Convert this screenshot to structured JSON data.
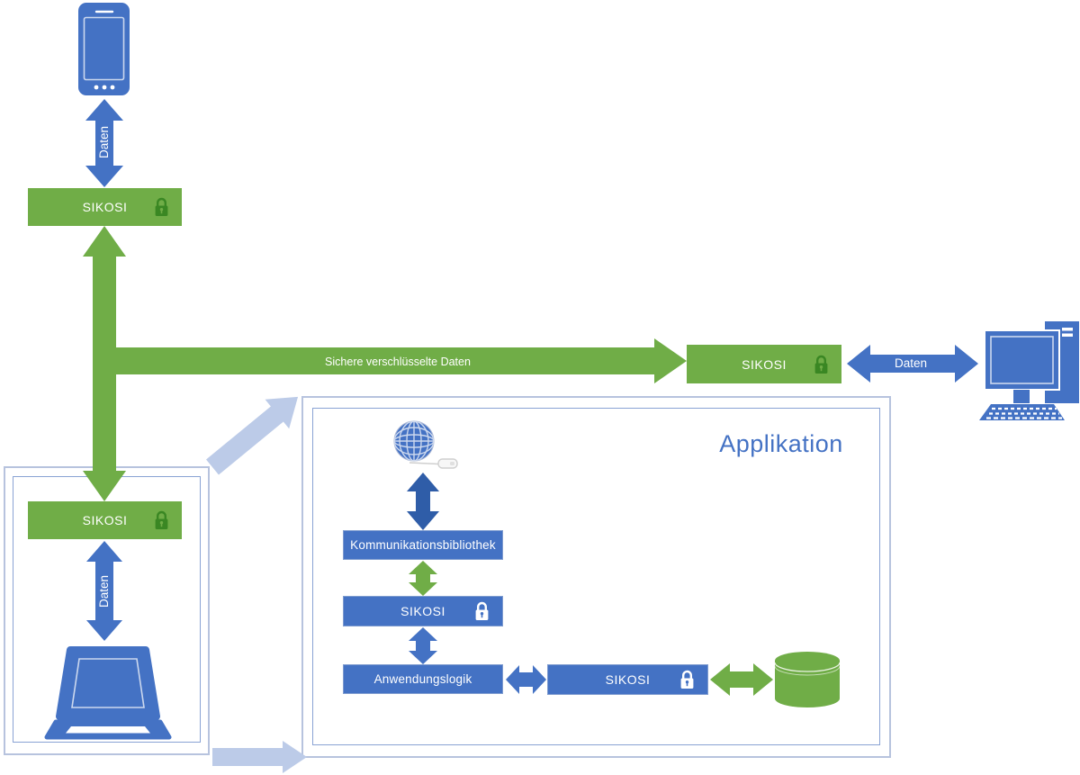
{
  "colors": {
    "blue": "#4472C4",
    "green": "#70AD47",
    "dark_green_lock": "#3A8723",
    "pale_blue_arrow": "#BCCBE8",
    "frame_border_outer": "#B7C3DE",
    "frame_border_inner": "#8AA3D4",
    "application_title_text": "#4472C4"
  },
  "labels": {
    "daten_mobile": "Daten",
    "secure_channel": "Sichere verschlüsselte Daten",
    "daten_desktop": "Daten",
    "daten_laptop": "Daten",
    "application_title": "Applikation"
  },
  "nodes": {
    "sikosi_mobile": {
      "label": "SIKOSI"
    },
    "sikosi_remote": {
      "label": "SIKOSI"
    },
    "sikosi_local": {
      "label": "SIKOSI"
    },
    "kommunikationsbibliothek": {
      "label": "Kommunikationsbibliothek"
    },
    "sikosi_app_comm": {
      "label": "SIKOSI"
    },
    "anwendungslogik": {
      "label": "Anwendungslogik"
    },
    "sikosi_app_db": {
      "label": "SIKOSI"
    }
  },
  "icons": {
    "smartphone": "smartphone-icon",
    "desktop": "desktop-computer-icon",
    "laptop": "laptop-icon",
    "globe": "globe-network-icon",
    "database": "database-cylinder-icon",
    "lock": "lock-icon"
  }
}
